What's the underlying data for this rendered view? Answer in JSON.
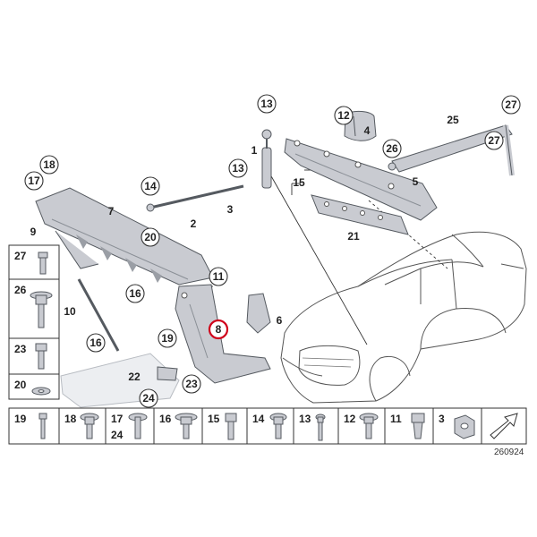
{
  "diagram": {
    "reference_code": "260924",
    "highlight_color": "#d0021b",
    "part_fill": "#c9cbd1",
    "part_stroke": "#555a60",
    "line_color": "#333333",
    "callouts": {
      "c13a": "13",
      "c12": "12",
      "c4": "4",
      "c25": "25",
      "c27a": "27",
      "c26a": "26",
      "c27b": "27",
      "c1": "1",
      "c5": "5",
      "c15": "15",
      "c18": "18",
      "c17": "17",
      "c13b": "13",
      "c14": "14",
      "c7": "7",
      "c9": "9",
      "c2": "2",
      "c3": "3",
      "c21": "21",
      "c20": "20",
      "c16a": "16",
      "c11": "11",
      "c6": "6",
      "c10": "10",
      "c8": "8",
      "c19": "19",
      "c16b": "16",
      "c22": "22",
      "c23": "23",
      "c24": "24"
    },
    "fastener_table_left": [
      "27",
      "26",
      "23",
      "20"
    ],
    "fastener_table_bottom": {
      "b19": "19",
      "b18": "18",
      "b17": "17",
      "b24": "24",
      "b16": "16",
      "b15": "15",
      "b14": "14",
      "b13": "13",
      "b12": "12",
      "b11": "11",
      "b3": "3"
    }
  }
}
